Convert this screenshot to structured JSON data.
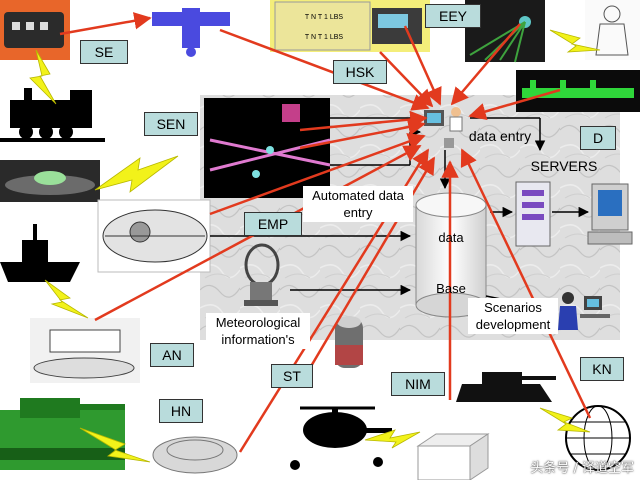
{
  "nodes": {
    "se": "SE",
    "hsk": "HSK",
    "eey": "EEY",
    "d": "D",
    "sen": "SEN",
    "emp": "EMP",
    "an": "AN",
    "hn": "HN",
    "st": "ST",
    "nim": "NIM",
    "kn": "KN"
  },
  "center": {
    "data_entry": "data entry",
    "servers": "SERVERS",
    "automated_line1": "Automated data",
    "automated_line2": "entry",
    "db_top": "data",
    "db_bottom": "Base",
    "scenarios_line1": "Scenarios",
    "scenarios_line2": "development",
    "met_line1": "Meteorological",
    "met_line2": "information's"
  },
  "props": {
    "ammo_text_1": "T N T  1 LBS",
    "ammo_text_2": "T N T  1 LBS"
  },
  "watermark": "头条号 / 译道空军",
  "colors": {
    "arrow": "#e23a1e",
    "callout_fill": "#b9dcdc",
    "lightning": "#f2f21a",
    "marble": "#dcdcdc",
    "tank_green": "#2f9a2f",
    "black": "#000000"
  }
}
